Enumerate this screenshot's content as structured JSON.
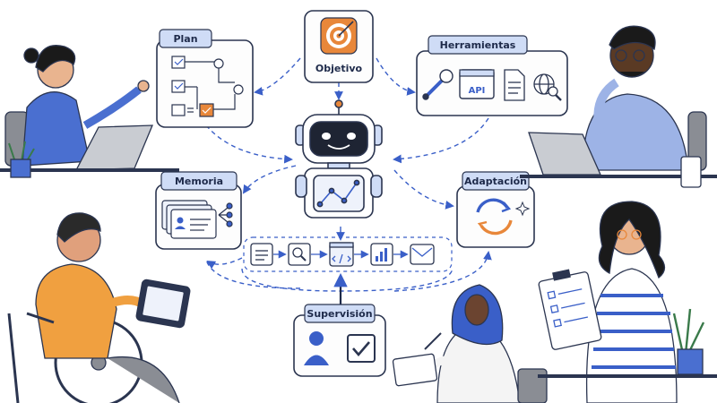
{
  "nodes": {
    "plan": "Plan",
    "objetivo": "Objetivo",
    "herramientas": "Herramientas",
    "memoria": "Memoria",
    "adaptacion": "Adaptación",
    "supervision": "Supervisión"
  },
  "tools": {
    "api_text": "API"
  },
  "colors": {
    "accent": "#3a5fc8",
    "tag_fill": "#cfdcf6",
    "orange": "#e8873a",
    "ink": "#1e2a4a",
    "box_fill": "#fdfdfd"
  },
  "icons": [
    "target-icon",
    "robot-icon",
    "wrench-icon",
    "api-window-icon",
    "document-icon",
    "globe-search-icon",
    "memory-cards-icon",
    "cycle-arrows-icon",
    "sparkle-icon",
    "user-icon",
    "checkbox-icon",
    "magnifier-icon",
    "code-icon",
    "bar-chart-icon",
    "mail-icon"
  ]
}
